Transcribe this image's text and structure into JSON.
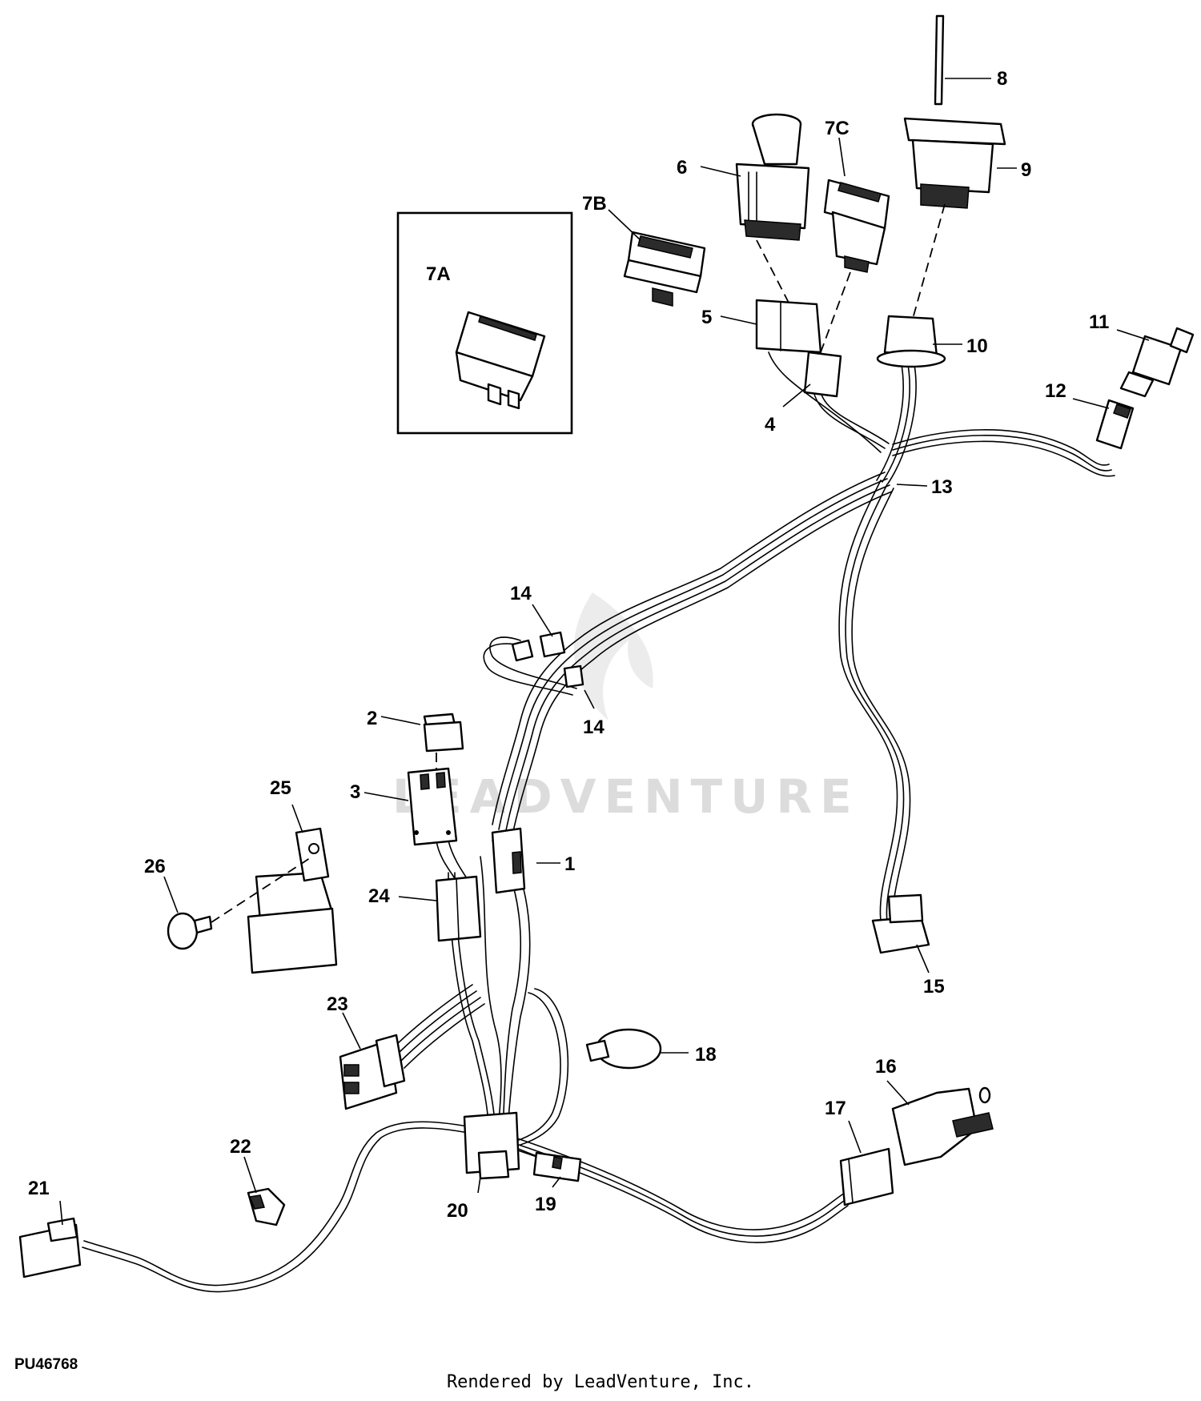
{
  "diagram": {
    "id": "PU46768",
    "watermark": "LEADVENTURE",
    "footer": "Rendered by LeadVenture, Inc.",
    "callouts": {
      "c1": "1",
      "c2": "2",
      "c3": "3",
      "c4": "4",
      "c5": "5",
      "c6": "6",
      "c7a": "7A",
      "c7b": "7B",
      "c7c": "7C",
      "c8": "8",
      "c9": "9",
      "c10": "10",
      "c11": "11",
      "c12": "12",
      "c13": "13",
      "c14a": "14",
      "c14b": "14",
      "c15": "15",
      "c16": "16",
      "c17": "17",
      "c18": "18",
      "c19": "19",
      "c20": "20",
      "c21": "21",
      "c22": "22",
      "c23": "23",
      "c24": "24",
      "c25": "25",
      "c26": "26"
    }
  }
}
